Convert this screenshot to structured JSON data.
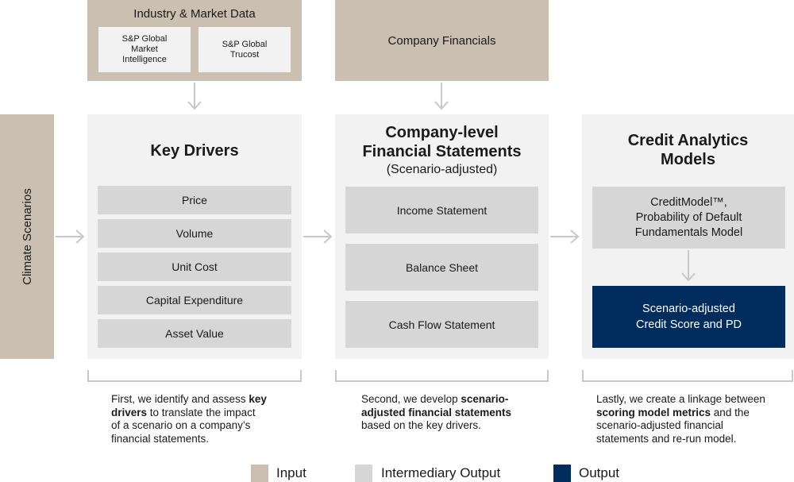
{
  "inputs": {
    "industry_market": {
      "title": "Industry & Market Data",
      "sources": [
        "S&P Global\nMarket\nIntelligence",
        "S&P Global\nTrucost"
      ]
    },
    "company_financials": {
      "title": "Company Financials"
    },
    "climate_scenarios": {
      "label": "Climate Scenarios"
    }
  },
  "key_drivers": {
    "title": "Key Drivers",
    "items": [
      "Price",
      "Volume",
      "Unit Cost",
      "Capital Expenditure",
      "Asset Value"
    ]
  },
  "financial_statements": {
    "title_line1": "Company-level",
    "title_line2": "Financial Statements",
    "subtitle": "(Scenario-adjusted)",
    "items": [
      "Income Statement",
      "Balance Sheet",
      "Cash Flow Statement"
    ]
  },
  "credit_models": {
    "title_line1": "Credit Analytics",
    "title_line2": "Models",
    "model_box": [
      "CreditModel™,",
      "Probability of Default",
      "Fundamentals Model"
    ],
    "output_box": [
      "Scenario-adjusted",
      "Credit Score and PD"
    ]
  },
  "descriptions": {
    "first": {
      "pre": "First, we identify and assess ",
      "bold1": "key",
      "line2_bold": "drivers",
      "line2": " to translate the impact",
      "line3": "of a scenario on a company’s",
      "line4": "financial statements."
    },
    "second": {
      "pre": "Second, we develop ",
      "bold1": "scenario-",
      "line2_bold": "adjusted financial statements",
      "line3": "based on the key drivers."
    },
    "third": {
      "line1": "Lastly, we create a linkage between",
      "line2_bold": "scoring model metrics",
      "line2": " and the",
      "line3": "scenario-adjusted financial",
      "line4": "statements and re-run model."
    }
  },
  "legend": {
    "items": [
      {
        "label": "Input",
        "color": "#cbbfb2"
      },
      {
        "label": "Intermediary Output",
        "color": "#d6d6d6"
      },
      {
        "label": "Output",
        "color": "#002d5e"
      }
    ]
  },
  "colors": {
    "input": "#cbbfb2",
    "panel": "#f2f2f2",
    "intermediary": "#d6d6d6",
    "output": "#002d5e",
    "arrow": "#c8c8c8"
  }
}
